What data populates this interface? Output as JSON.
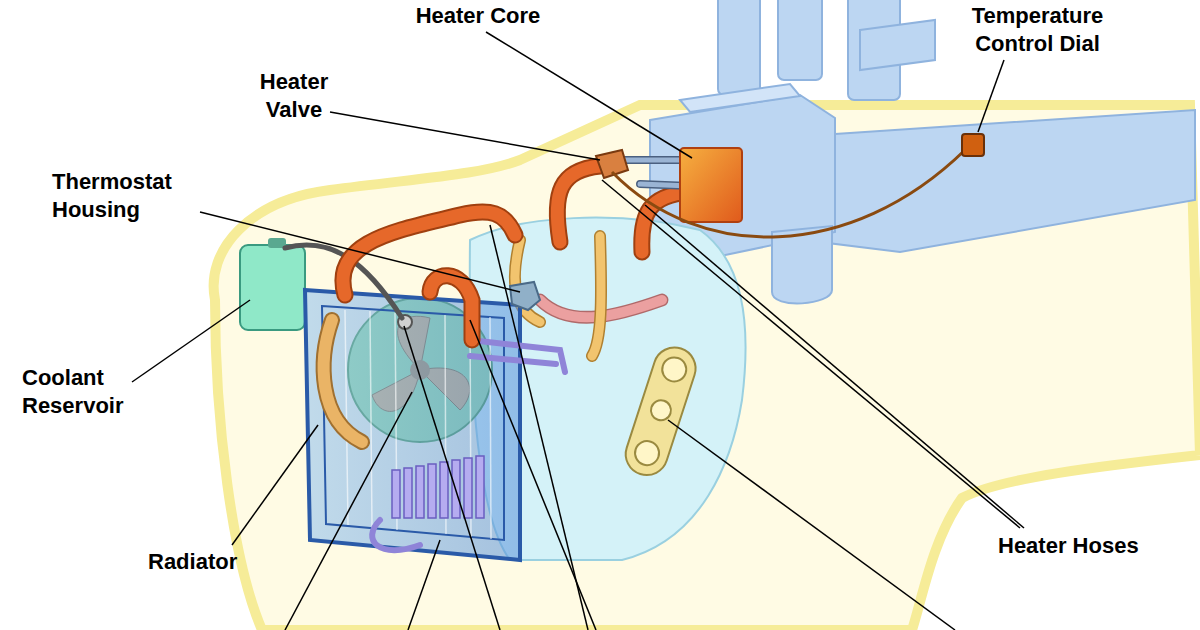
{
  "diagram": {
    "labels": [
      "Heater Core",
      "Temperature Control Dial",
      "Heater Valve",
      "Thermostat Housing",
      "Coolant Reservoir",
      "Radiator",
      "Heater Hoses"
    ]
  }
}
